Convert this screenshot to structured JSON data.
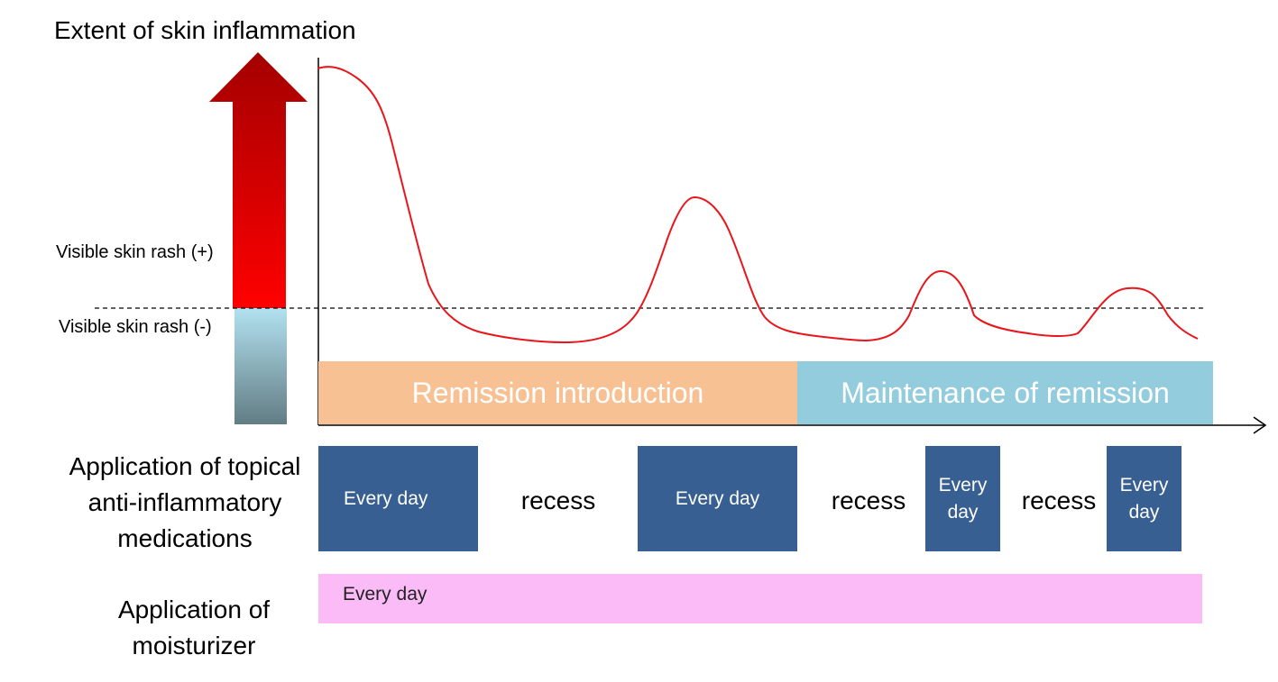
{
  "y_axis": {
    "title": "Extent of skin inflammation",
    "rash_positive": "Visible skin rash (+)",
    "rash_negative": "Visible skin rash (-)"
  },
  "phases": [
    {
      "label": "Remission introduction",
      "color": "#f8c193"
    },
    {
      "label": "Maintenance of remission",
      "color": "#93cddd"
    }
  ],
  "rows": {
    "topical": {
      "label": "Application of topical anti-inflammatory medications",
      "blocks": [
        {
          "label": "Every day"
        },
        {
          "label": "Every day"
        },
        {
          "label": "Every day"
        },
        {
          "label": "Every day"
        }
      ],
      "recess": [
        "recess",
        "recess",
        "recess"
      ],
      "color": "#375f91"
    },
    "moisturizer": {
      "label": "Application of moisturizer",
      "bar_label": "Every day",
      "color": "#fbbbf7"
    }
  },
  "colors": {
    "curve": "#e8161c",
    "arrow_top": "#a30000",
    "arrow_bottom": "#ff0000",
    "bar_top": "#b2e1ef",
    "bar_bottom": "#627d84"
  }
}
